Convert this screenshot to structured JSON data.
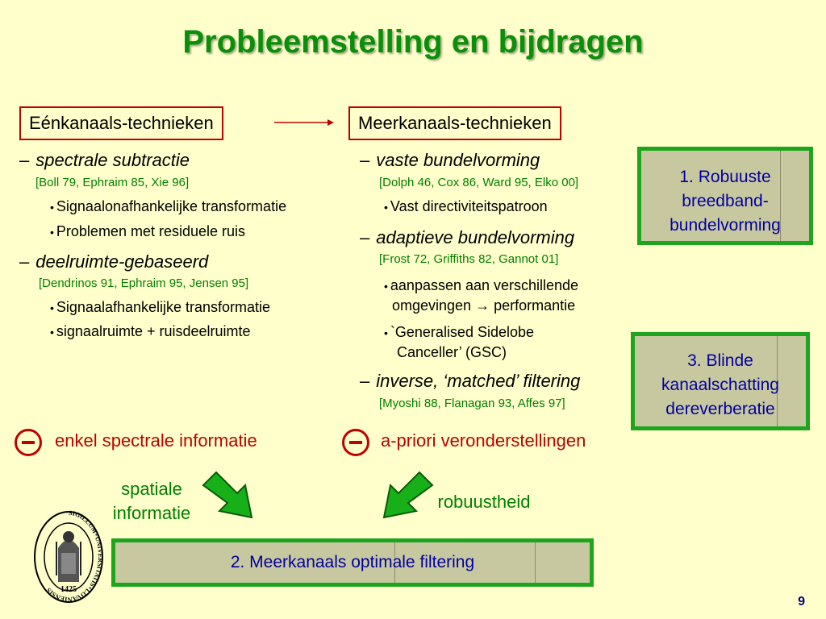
{
  "title": "Probleemstelling en bijdragen",
  "left": {
    "header": "Eénkanaals-technieken",
    "sections": [
      {
        "dash": "–",
        "heading": "spectrale subtractie",
        "refs": "[Boll 79, Ephraim 85, Xie 96]",
        "bullets": [
          "Signaalonafhankelijke transformatie",
          "Problemen met residuele ruis"
        ]
      },
      {
        "dash": "–",
        "heading": "deelruimte-gebaseerd",
        "refs": "[Dendrinos 91, Ephraim 95, Jensen 95]",
        "bullets": [
          "Signaalafhankelijke transformatie",
          "signaalruimte + ruisdeelruimte"
        ]
      }
    ],
    "drawback": "enkel spectrale informatie",
    "solution_label": "spatiale informatie"
  },
  "right": {
    "header": "Meerkanaals-technieken",
    "sections": [
      {
        "dash": "–",
        "heading": "vaste bundelvorming",
        "refs": "[Dolph 46, Cox 86, Ward 95, Elko 00]",
        "bullets": [
          "Vast directiviteitspatroon"
        ]
      },
      {
        "dash": "–",
        "heading": "adaptieve bundelvorming",
        "refs": "[Frost 72, Griffiths 82, Gannot 01]",
        "bullets": [
          "aanpassen aan verschillende",
          "omgevingen → performantie",
          "`Generalised Sidelobe",
          "Canceller’ (GSC)"
        ]
      },
      {
        "dash": "–",
        "heading": "inverse, ‘matched’ filtering",
        "refs": "[Myoshi 88, Flanagan 93, Affes 97]",
        "bullets": []
      }
    ],
    "drawback": "a-priori veronderstellingen",
    "solution_label": "robuustheid"
  },
  "bullet_glyph": "•",
  "contributions": {
    "c1": [
      "1. Robuuste",
      "breedband-",
      "bundelvorming"
    ],
    "c2": "2. Meerkanaals optimale filtering",
    "c3": [
      "3. Blinde",
      "kanaalschatting",
      "dereverberatie"
    ]
  },
  "seal_year": "1425",
  "seal_text": "SIGILLUM+UNIVERSITATIS+LOVANIENSIS",
  "page_number": "9",
  "colors": {
    "background": "#ffffcc",
    "title": "#0a8f0a",
    "header_border": "#c00000",
    "reference": "#008000",
    "drawback": "#c00000",
    "contribution_border": "#1ea51e",
    "contribution_fill": "#c8c8a0",
    "contribution_text": "#0000a0",
    "page_number": "#000080"
  }
}
